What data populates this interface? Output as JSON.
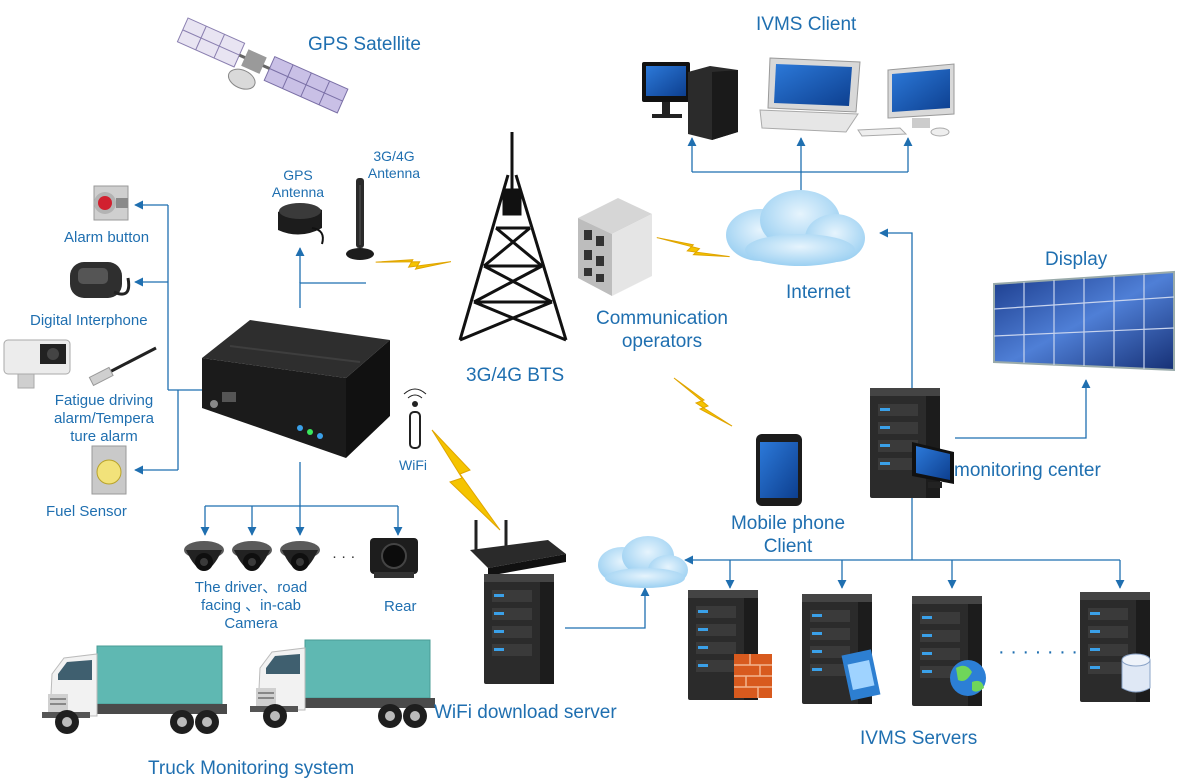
{
  "title": "Truck Monitoring system",
  "colors": {
    "line": "#1f6fb0",
    "label": "#1f6fb0",
    "label_dark": "#333333",
    "lightning": "#f5c400",
    "cloud": "#a8d6f5",
    "server": "#2a2a2a",
    "truck_box": "#5fb8b2"
  },
  "labels": {
    "gps_satellite": "GPS  Satellite",
    "ivms_client": "IVMS Client",
    "gps_antenna": [
      "GPS",
      "Antenna"
    ],
    "g34_antenna": [
      "3G/4G",
      "Antenna"
    ],
    "alarm_button": "Alarm  button",
    "digital_interphone": "Digital Interphone",
    "fatigue": [
      "Fatigue driving",
      "alarm/Tempera",
      "ture alarm"
    ],
    "fuel_sensor": "Fuel Sensor",
    "bts": "3G/4G  BTS",
    "comm_operators": [
      "Communication",
      "operators"
    ],
    "internet": "Internet",
    "display": "Display",
    "monitoring_center": "monitoring center",
    "mobile_client": [
      "Mobile phone",
      "Client"
    ],
    "wifi": "WiFi",
    "cameras": [
      "The driver、road",
      "facing 、in-cab",
      "Camera"
    ],
    "rear": "Rear",
    "wifi_server": "WiFi download server",
    "ivms_servers": "IVMS Servers",
    "dots": "·  ·  ·",
    "server_dots": "· · · · · · ·"
  },
  "icons": [
    "satellite-icon",
    "desktop-computer-icon",
    "laptop-icon",
    "imac-icon",
    "gps-antenna-icon",
    "lte-antenna-icon",
    "alarm-button-icon",
    "interphone-icon",
    "fatigue-alarm-icon",
    "temperature-probe-icon",
    "fuel-sensor-icon",
    "mdvr-icon",
    "dome-camera-icon",
    "rear-camera-icon",
    "cell-tower-icon",
    "operator-building-icon",
    "cloud-icon",
    "lightning-icon",
    "mobile-phone-icon",
    "wifi-antenna-icon",
    "wifi-router-icon",
    "server-icon",
    "video-wall-icon",
    "monitor-icon",
    "firewall-icon",
    "film-icon",
    "globe-icon",
    "database-icon",
    "truck-icon"
  ]
}
